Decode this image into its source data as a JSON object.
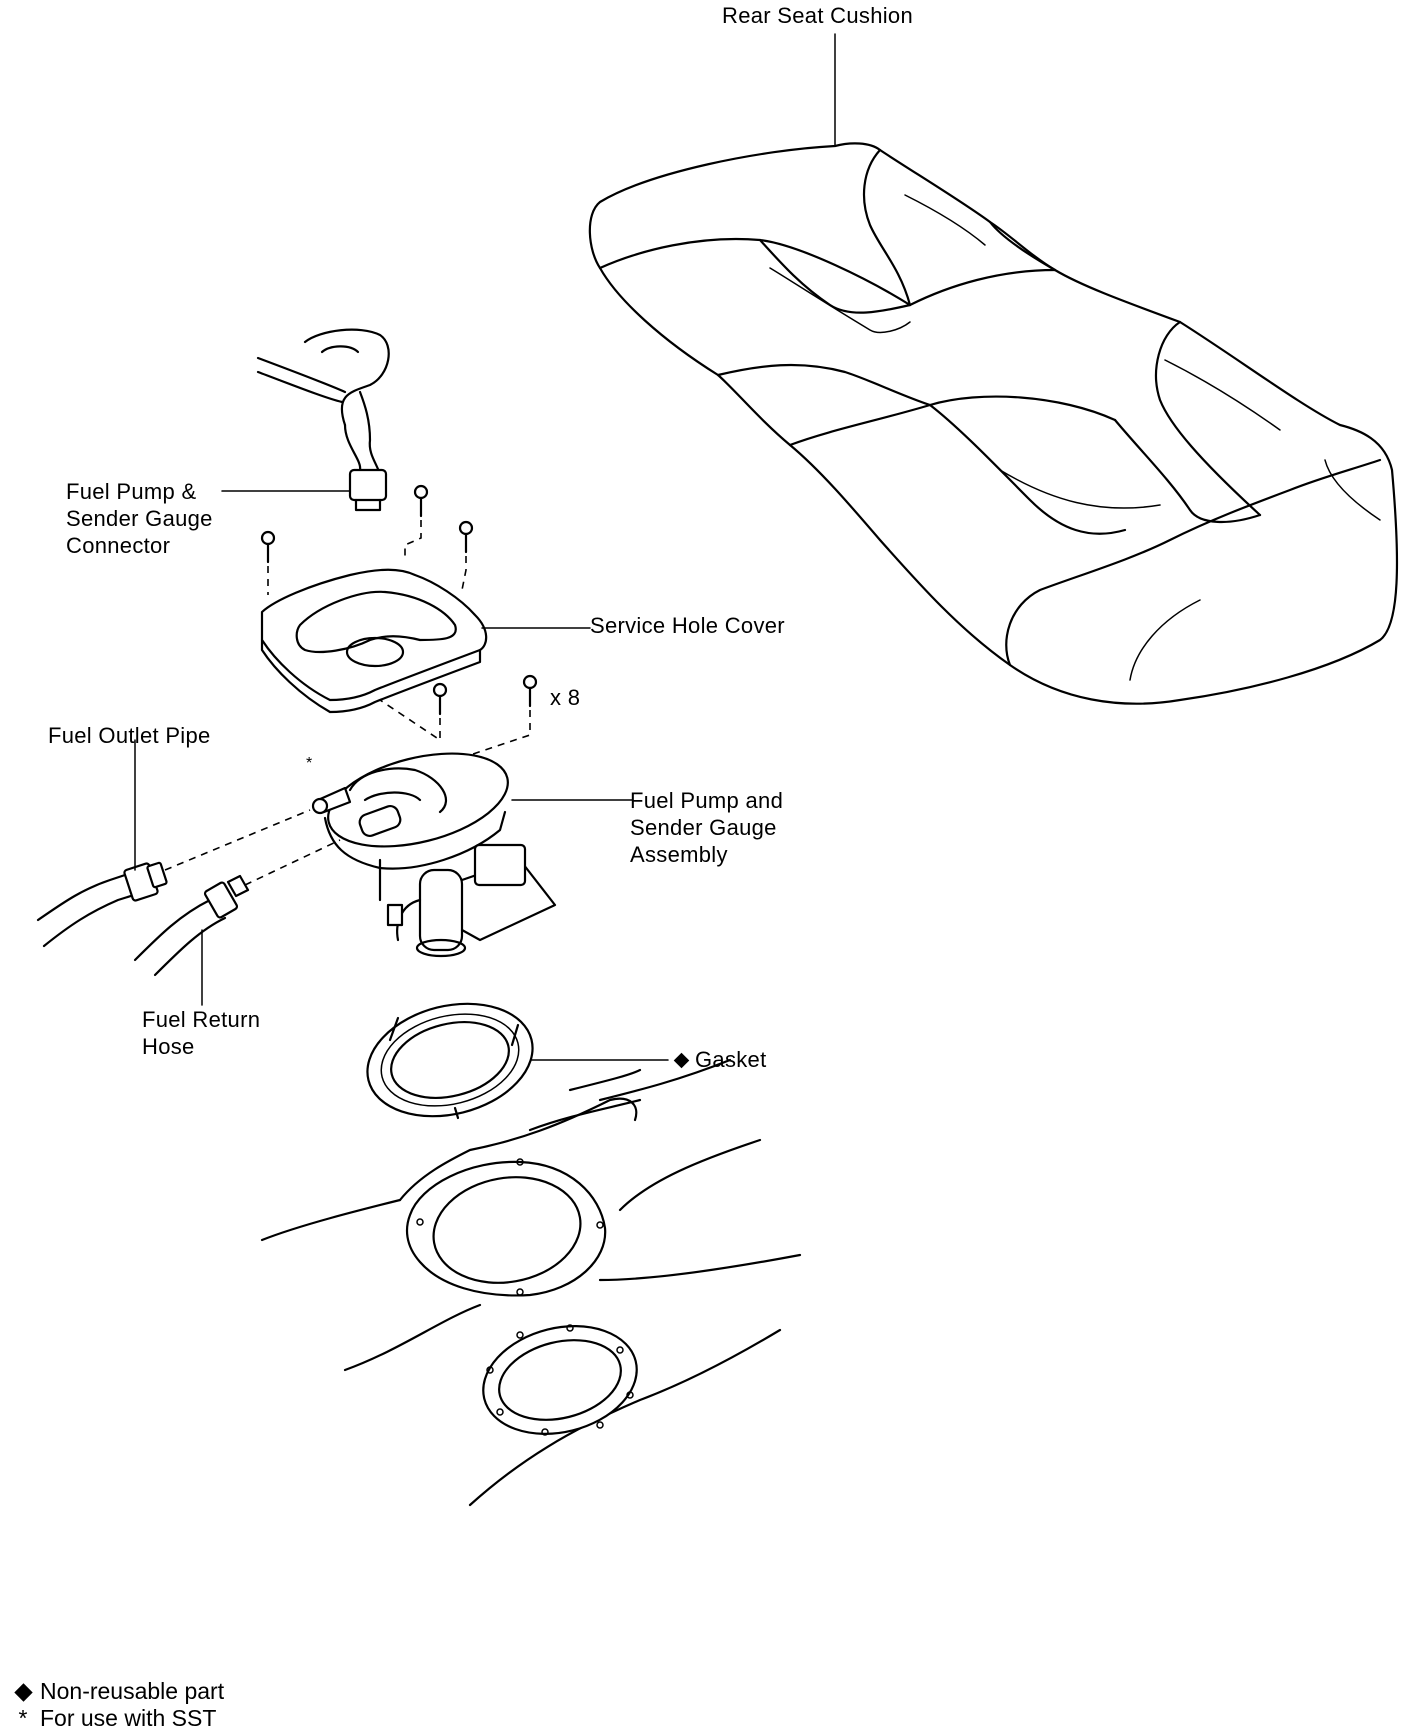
{
  "labels": {
    "rear_seat_cushion": "Rear Seat Cushion",
    "connector": [
      "Fuel Pump &",
      "Sender Gauge",
      "Connector"
    ],
    "service_hole_cover": "Service Hole Cover",
    "bolt_count": "x 8",
    "fuel_outlet_pipe": "Fuel Outlet Pipe",
    "pump_assembly": [
      "Fuel Pump and",
      "Sender Gauge",
      "Assembly"
    ],
    "fuel_return_hose": [
      "Fuel Return",
      "Hose"
    ],
    "gasket": "Gasket",
    "sst_marker": "*"
  },
  "legend": {
    "non_reusable": "Non-reusable part",
    "sst_symbol": "*",
    "sst_note": "For use with SST"
  },
  "symbols": {
    "non_reusable": "diamond",
    "sst": "asterisk"
  }
}
